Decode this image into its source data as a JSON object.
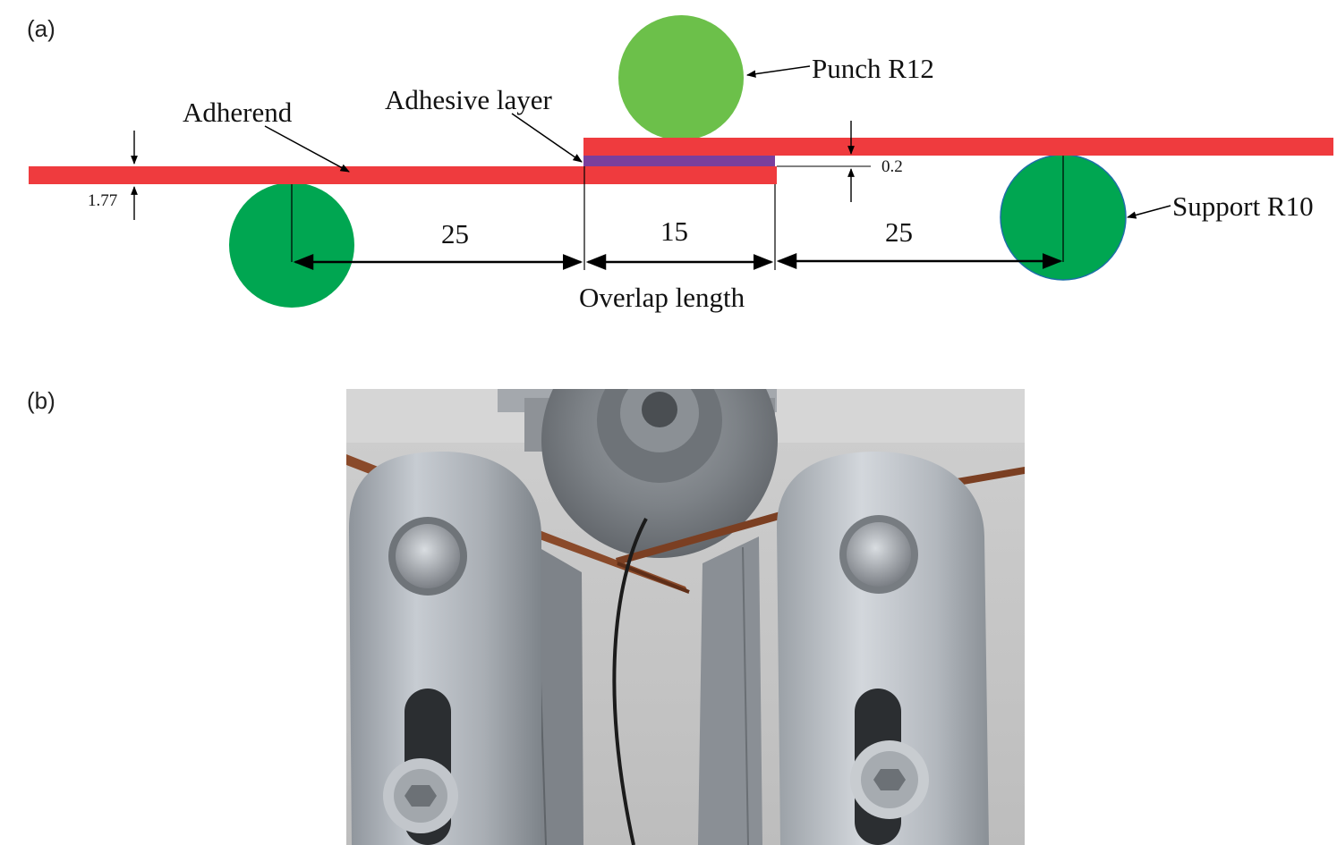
{
  "panels": {
    "a": "(a)",
    "b": "(b)"
  },
  "diagram": {
    "labels": {
      "punch": "Punch R12",
      "adherend": "Adherend",
      "adhesive_layer": "Adhesive layer",
      "support": "Support R10",
      "overlap_length": "Overlap length"
    },
    "dimensions": {
      "left_span": "25",
      "overlap": "15",
      "right_span": "25",
      "adherend_thickness": "1.77",
      "adhesive_thickness": "0.2"
    },
    "colors": {
      "adherend": "#ef3b3e",
      "adhesive": "#7a3f9d",
      "punch": "#6cc04a",
      "support": "#00a651",
      "line": "#000000"
    }
  },
  "photo": {
    "subject": "three-point bending test fixture with bonded specimen",
    "colors": {
      "background": "#c9c9c9",
      "metal": "#b4b8bd",
      "specimen": "#8a4a2a"
    }
  }
}
